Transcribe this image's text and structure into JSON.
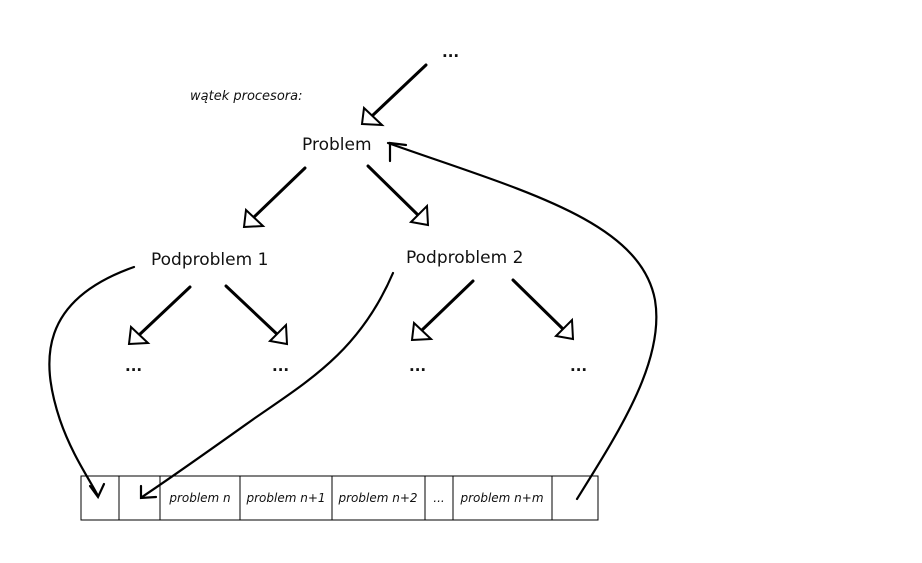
{
  "thread_label": "wątek procesora:",
  "nodes": {
    "top_ellipsis": "...",
    "problem": "Problem",
    "sub1": "Podproblem 1",
    "sub2": "Podproblem 2",
    "leaf_ellipses": [
      "...",
      "...",
      "...",
      "..."
    ]
  },
  "queue": {
    "cells": [
      "",
      "",
      "problem n",
      "problem n+1",
      "problem n+2",
      "...",
      "problem n+m",
      ""
    ]
  }
}
